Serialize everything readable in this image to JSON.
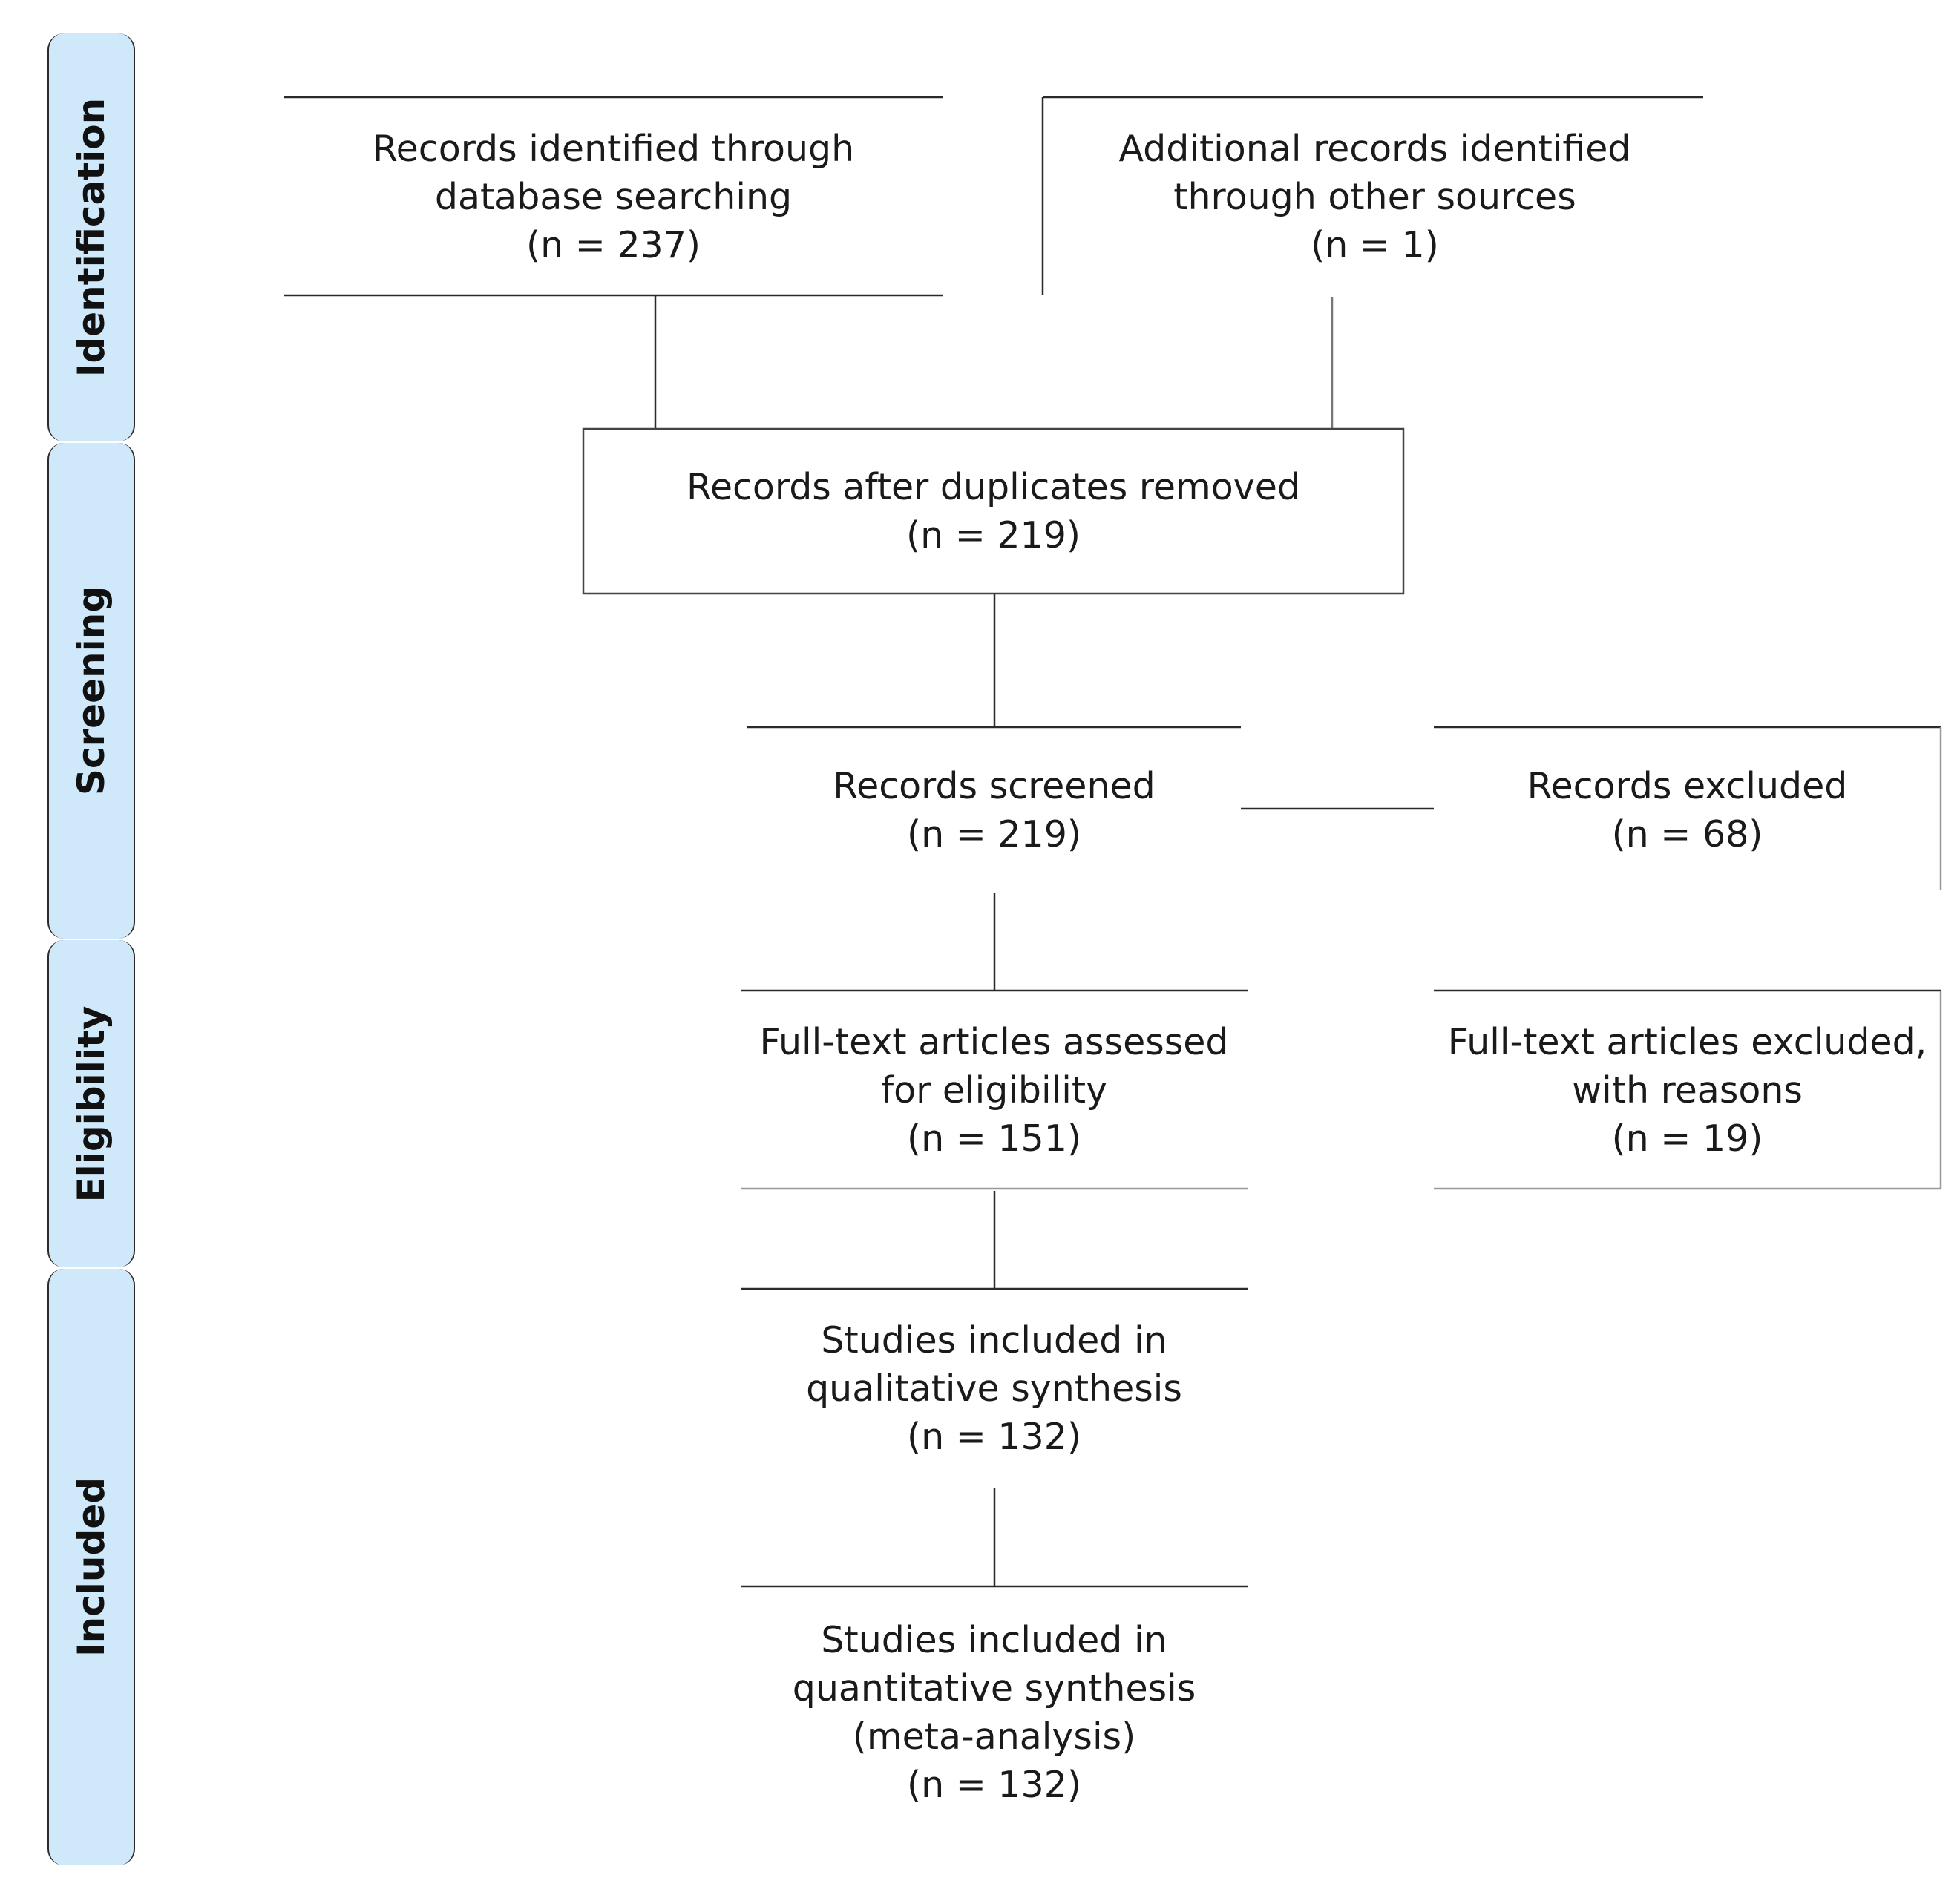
{
  "phases": {
    "identification": "Identification",
    "screening": "Screening",
    "eligibility": "Eligibility",
    "included": "Included"
  },
  "boxes": {
    "database": {
      "line1": "Records identified through",
      "line2": "database searching",
      "line3": "(n =  237)"
    },
    "other": {
      "line1": "Additional records identified",
      "line2": "through other sources",
      "line3": "(n = 1)"
    },
    "duplicates": {
      "line1": "Records after duplicates removed",
      "line2": "(n = 219)"
    },
    "screened": {
      "line1": "Records screened",
      "line2": "(n = 219)"
    },
    "excluded": {
      "line1": "Records excluded",
      "line2": "(n = 68)"
    },
    "fulltext": {
      "line1": "Full-text articles assessed",
      "line2": "for eligibility",
      "line3": "(n = 151)"
    },
    "fulltext_excluded": {
      "line1": "Full-text articles excluded,",
      "line2": "with reasons",
      "line3": "(n = 19)"
    },
    "qualitative": {
      "line1": "Studies included in",
      "line2": "qualitative synthesis",
      "line3": "(n = 132)"
    },
    "quantitative": {
      "line1": "Studies included in",
      "line2": "quantitative synthesis",
      "line3": "(meta-analysis)",
      "line4": "(n = 132)"
    }
  },
  "colors": {
    "phase_fill": "#cfe9fb",
    "line": "#2a2a2a",
    "box_border": "#b0b0b0"
  }
}
